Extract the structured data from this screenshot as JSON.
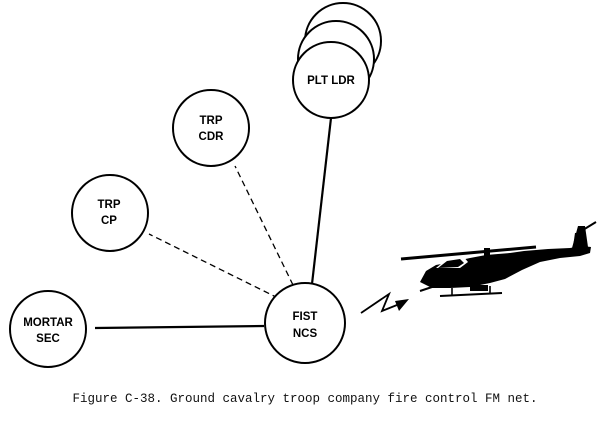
{
  "nodes": {
    "plt_ldr": {
      "label": "PLT LDR"
    },
    "trp_cdr": {
      "line1": "TRP",
      "line2": "CDR"
    },
    "trp_cp": {
      "line1": "TRP",
      "line2": "CP"
    },
    "mortar_sec": {
      "line1": "MORTAR",
      "line2": "SEC"
    },
    "fist_ncs": {
      "line1": "FIST",
      "line2": "NCS"
    }
  },
  "links": [
    {
      "from": "fist_ncs",
      "to": "plt_ldr",
      "style": "solid"
    },
    {
      "from": "fist_ncs",
      "to": "trp_cdr",
      "style": "dashed"
    },
    {
      "from": "fist_ncs",
      "to": "trp_cp",
      "style": "dashed"
    },
    {
      "from": "fist_ncs",
      "to": "mortar_sec",
      "style": "solid"
    },
    {
      "from": "fist_ncs",
      "to": "helicopter",
      "style": "radio"
    }
  ],
  "icons": {
    "helicopter": "attack-helicopter-icon",
    "radio": "radio-lightning-icon"
  },
  "caption": "Figure C-38. Ground cavalry troop company fire control FM net.",
  "colors": {
    "ink": "#000000",
    "background": "#ffffff"
  }
}
